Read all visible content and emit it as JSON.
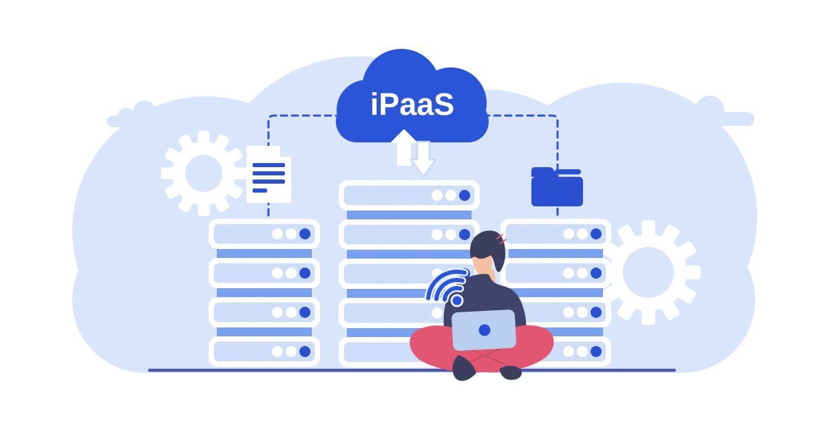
{
  "cloud": {
    "label": "iPaaS"
  },
  "colors": {
    "primary_blue": "#2B55D8",
    "deep_blue": "#2A4FD0",
    "light_cloud": "#D9E5FA",
    "server_fill": "#CEDDF8",
    "server_band": "#7AA0F0",
    "ground_line": "#5157A8",
    "white": "#FFFFFF",
    "hair_navy": "#3B3E5C",
    "sweater_navy": "#41446A",
    "skin": "#F4C0A0",
    "pants_red": "#E25672",
    "laptop_blue": "#B9CFEF",
    "arrow_outline": "#C8D8F6"
  },
  "server_stacks": [
    {
      "id": "left",
      "rows": 4,
      "dot_colors": [
        "#FFFFFF",
        "#FFFFFF",
        "#2A4FD0"
      ]
    },
    {
      "id": "center",
      "rows": 5,
      "dot_colors": [
        "#FFFFFF",
        "#FFFFFF",
        "#2A4FD0"
      ]
    },
    {
      "id": "right",
      "rows": 4,
      "dot_colors": [
        "#FFFFFF",
        "#FFFFFF",
        "#2A4FD0"
      ]
    }
  ],
  "gears": [
    {
      "id": "left",
      "teeth": 12
    },
    {
      "id": "right",
      "teeth": 12
    }
  ],
  "document_icon": {
    "line_count": 4
  },
  "icon_names": [
    "ipaas-cloud",
    "arrow-up-icon",
    "arrow-down-icon",
    "document-icon",
    "folder-icon",
    "gear-icon-left",
    "gear-icon-right",
    "wifi-icon",
    "server-stack-left",
    "server-stack-center",
    "server-stack-right",
    "small-cloud-left",
    "small-cloud-right"
  ]
}
